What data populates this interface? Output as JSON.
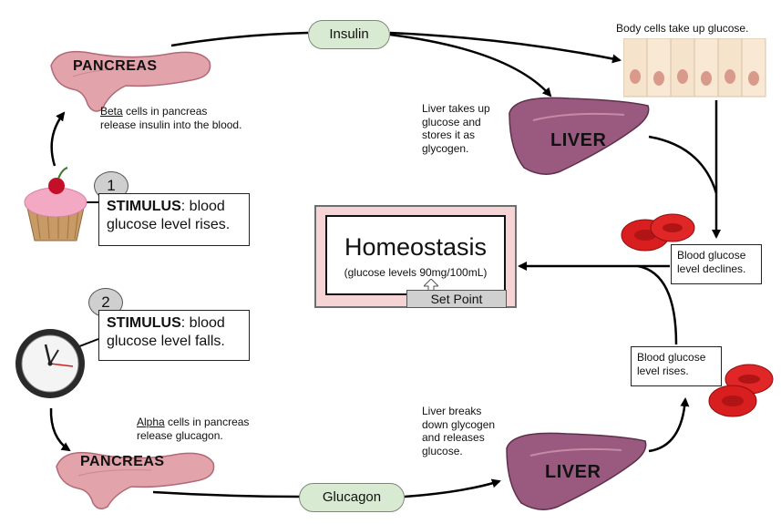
{
  "pancreas_top_label": "PANCREAS",
  "pancreas_bottom_label": "PANCREAS",
  "liver_top_label": "LIVER",
  "liver_bottom_label": "LIVER",
  "insulin_label": "Insulin",
  "glucagon_label": "Glucagon",
  "beta_caption": {
    "emph": "Beta",
    "line1_rest": " cells in pancreas",
    "line2": "release insulin into the blood."
  },
  "alpha_caption": {
    "emph": "Alpha",
    "line1_rest": " cells in pancreas",
    "line2": "release glucagon."
  },
  "body_cells_caption": "Body cells take up glucose.",
  "liver_top_caption": [
    "Liver takes up",
    "glucose and",
    "stores it as",
    "glycogen."
  ],
  "liver_bottom_caption": [
    "Liver breaks",
    "down glycogen",
    "and releases",
    "glucose."
  ],
  "stimulus1": {
    "number": "1",
    "keyword": "STIMULUS",
    "rest": ":  blood",
    "line2": "glucose level rises."
  },
  "stimulus2": {
    "number": "2",
    "keyword": "STIMULUS",
    "rest": ": blood",
    "line2": "glucose level falls."
  },
  "declines_box": [
    "Blood glucose",
    "level declines."
  ],
  "rises_box": [
    "Blood glucose",
    "level rises."
  ],
  "homeostasis": {
    "title": "Homeostasis",
    "subtitle": "(glucose levels 90mg/100mL)",
    "set_point": "Set Point"
  },
  "colors": {
    "pill_fill": "#d9ead3",
    "homeostasis_frame": "#f6d4d6",
    "blood_cell": "#d81e1e",
    "organ_pink": "#e8a0a8",
    "liver_purple": "#8a4a6e"
  }
}
